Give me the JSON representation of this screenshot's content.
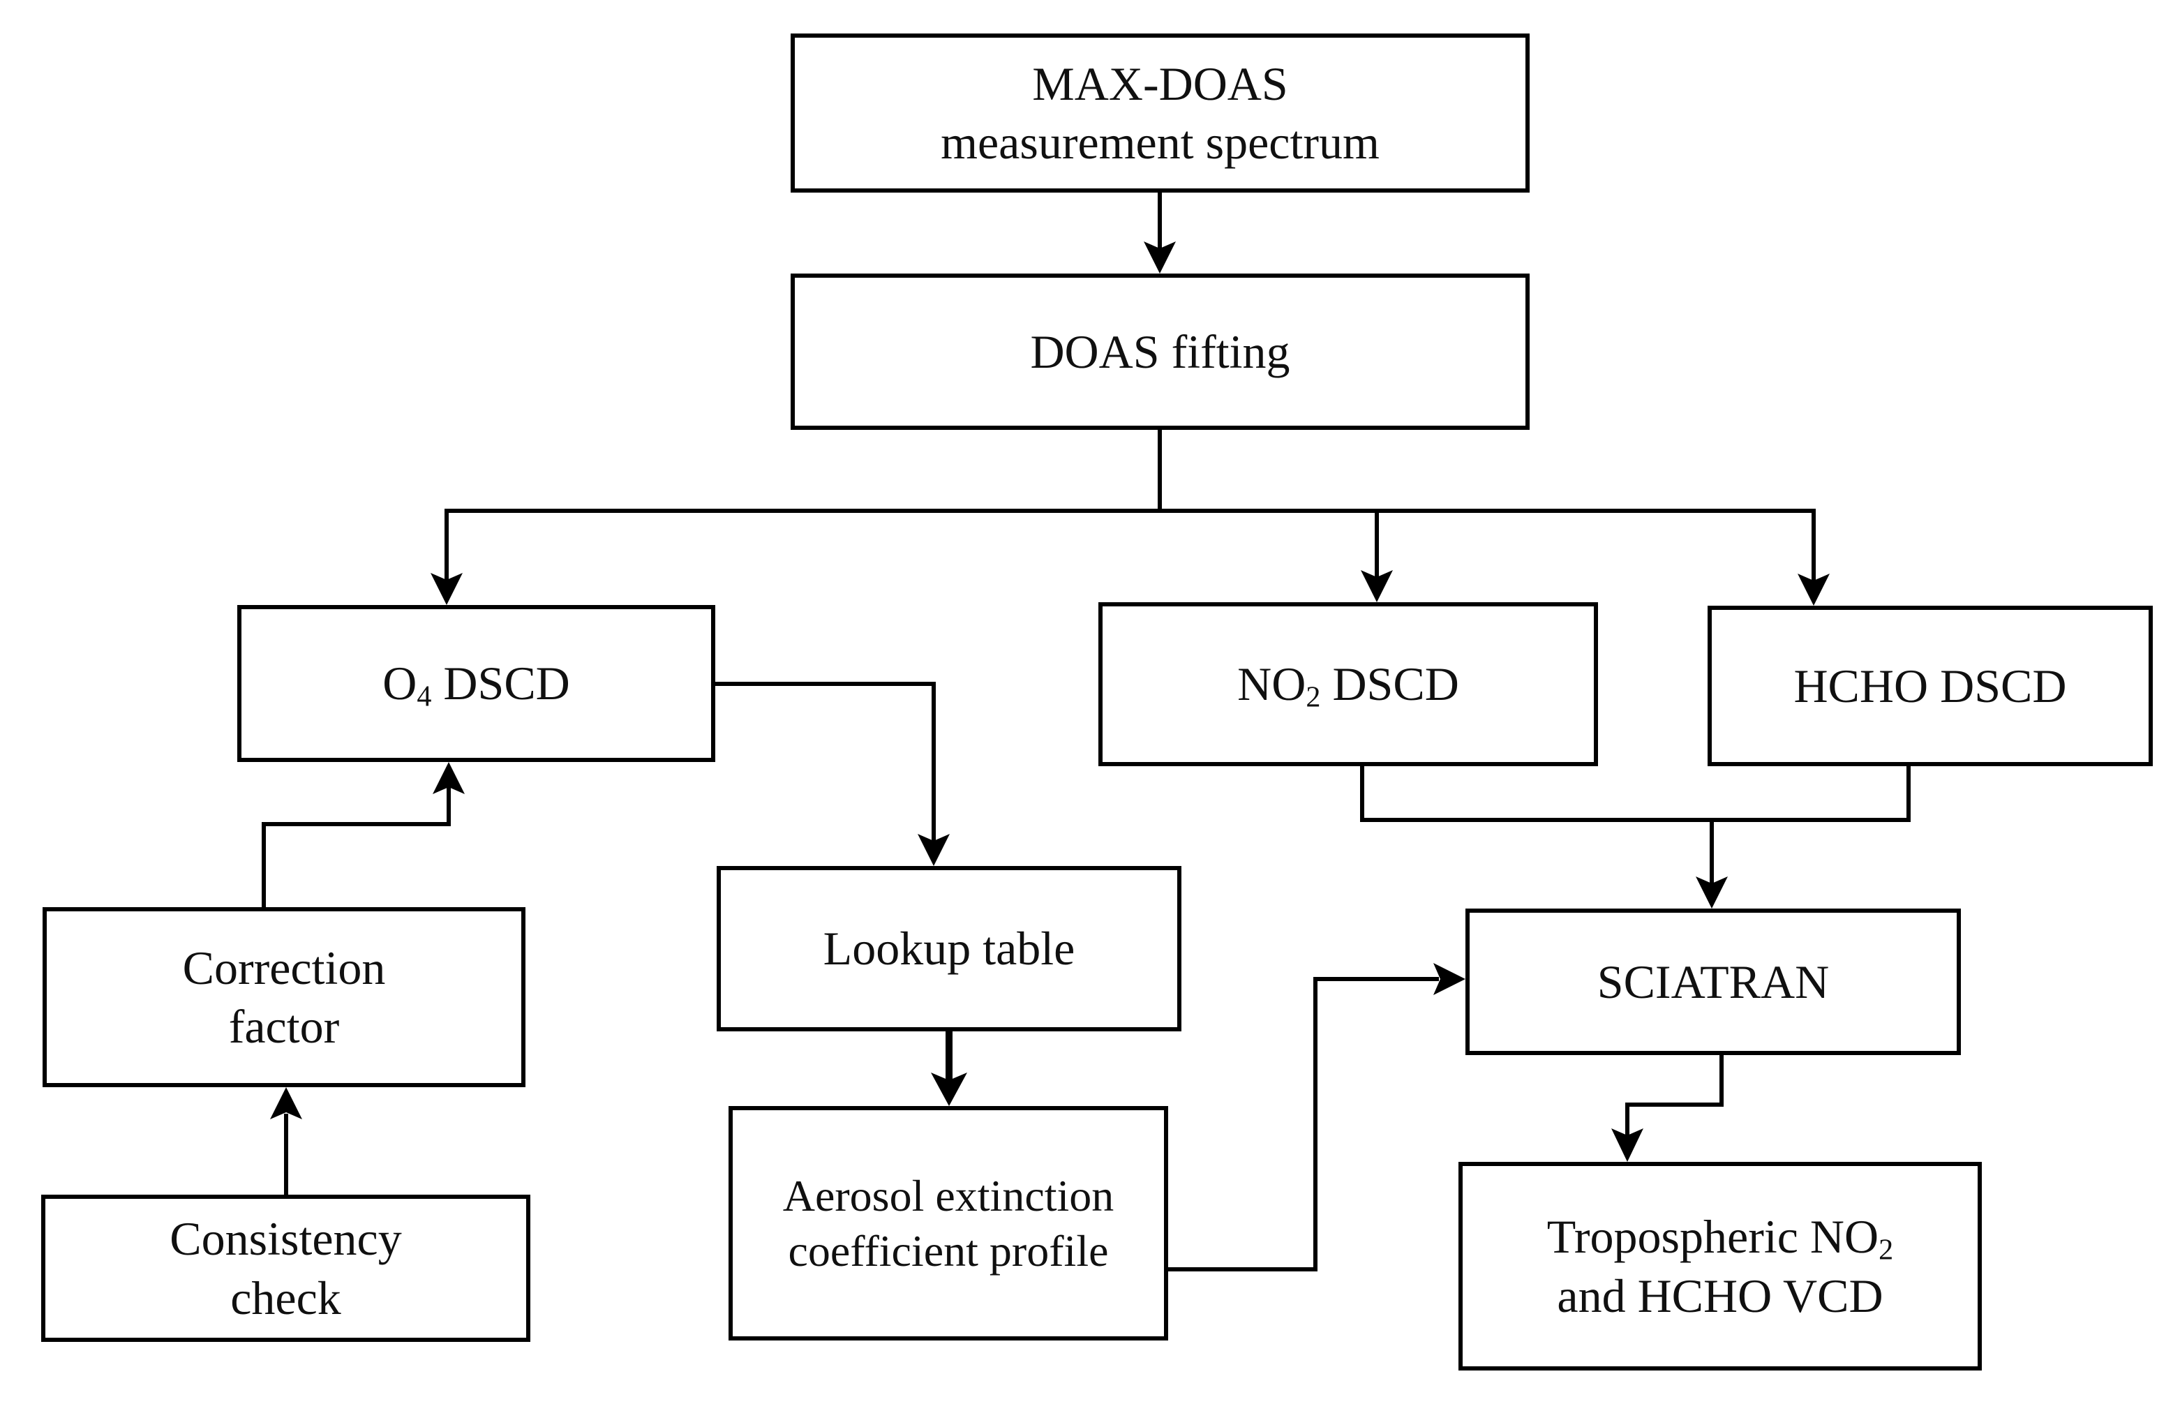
{
  "colors": {
    "ink": "#000000",
    "paper": "#ffffff",
    "text": "#101010"
  },
  "nodes": {
    "max_doas": {
      "line1": "MAX-DOAS",
      "line2": "measurement spectrum"
    },
    "doas_fitting": {
      "label": "DOAS fifting"
    },
    "o4_dscd": {
      "pre": "O",
      "sub": "4",
      "post": " DSCD"
    },
    "no2_dscd": {
      "pre": "NO",
      "sub": "2",
      "post": " DSCD"
    },
    "hcho_dscd": {
      "label": "HCHO DSCD"
    },
    "correction_factor": {
      "line1": "Correction",
      "line2": "factor"
    },
    "consistency_check": {
      "line1": "Consistency",
      "line2": "check"
    },
    "lookup_table": {
      "label": "Lookup table"
    },
    "aerosol_profile": {
      "line1": "Aerosol extinction",
      "line2": "coefficient profile"
    },
    "sciatran": {
      "label": "SCIATRAN"
    },
    "tropo_vcd": {
      "pre": "Tropospheric NO",
      "sub": "2",
      "line2": "and  HCHO VCD"
    }
  },
  "edges": [
    {
      "from": "max_doas",
      "to": "doas_fitting"
    },
    {
      "from": "doas_fitting",
      "to": "o4_dscd"
    },
    {
      "from": "doas_fitting",
      "to": "no2_dscd"
    },
    {
      "from": "doas_fitting",
      "to": "hcho_dscd"
    },
    {
      "from": "o4_dscd",
      "to": "lookup_table"
    },
    {
      "from": "lookup_table",
      "to": "aerosol_profile"
    },
    {
      "from": "correction_factor",
      "to": "o4_dscd"
    },
    {
      "from": "consistency_check",
      "to": "correction_factor"
    },
    {
      "from": "aerosol_profile",
      "to": "sciatran"
    },
    {
      "from": "no2_dscd",
      "to": "sciatran"
    },
    {
      "from": "hcho_dscd",
      "to": "sciatran"
    },
    {
      "from": "sciatran",
      "to": "tropo_vcd"
    }
  ]
}
